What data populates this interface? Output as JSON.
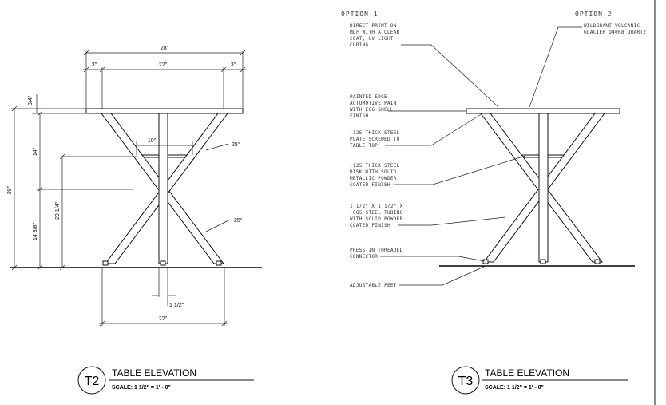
{
  "left_view": {
    "tag": "T2",
    "title": "TABLE ELEVATION",
    "scale": "SCALE: 1 1/2\" = 1' - 0\"",
    "dims": {
      "overall_width": "28\"",
      "overhang_left": "3\"",
      "center_span": "22\"",
      "overhang_right": "3\"",
      "top_thickness": "3/4\"",
      "total_height": "29\"",
      "upper_height": "14\"",
      "lower_height": "14 3/8\"",
      "brace_height": "20 1/4\"",
      "brace_width": "10\"",
      "angle_upper": "25°",
      "angle_lower": "25°",
      "post_width": "1 1/2\"",
      "base_span": "22\""
    }
  },
  "right_view": {
    "tag": "T3",
    "title": "TABLE ELEVATION",
    "scale": "SCALE: 1 1/2\" = 1' - 0\"",
    "option1": "OPTION 1",
    "option2": "OPTION 2",
    "callouts": {
      "direct_print": [
        "DIRECT PRINT ON",
        "MDF WITH A CLEAR",
        "COAT, UV LIGHT",
        "CURING."
      ],
      "quartz": [
        "WILDGRANT VOLCANIC",
        "GLACIER Q4068 QUARTZ"
      ],
      "painted_edge": [
        "PAINTED EDGE",
        "AUTOMOTIVE PAINT",
        "WITH EGG SHELL",
        "FINISH"
      ],
      "steel_plate": [
        ".125 THICK STEEL",
        "PLATE SCREWED TO",
        "TABLE TOP"
      ],
      "steel_disk": [
        ".125 THICK STEEL",
        "DISK WITH SOLID",
        "METALLIC POWDER",
        "COATED FINISH"
      ],
      "steel_tubing": [
        "1 1/2\" X 1 1/2\" X",
        ".065 STEEL TUBING",
        "WITH SOLID POWDER",
        "COATED FINISH"
      ],
      "threaded": [
        "PRESS-IN THREADED",
        "CONNECTOR"
      ],
      "feet": [
        "ADJUSTABLE FEET"
      ]
    }
  }
}
